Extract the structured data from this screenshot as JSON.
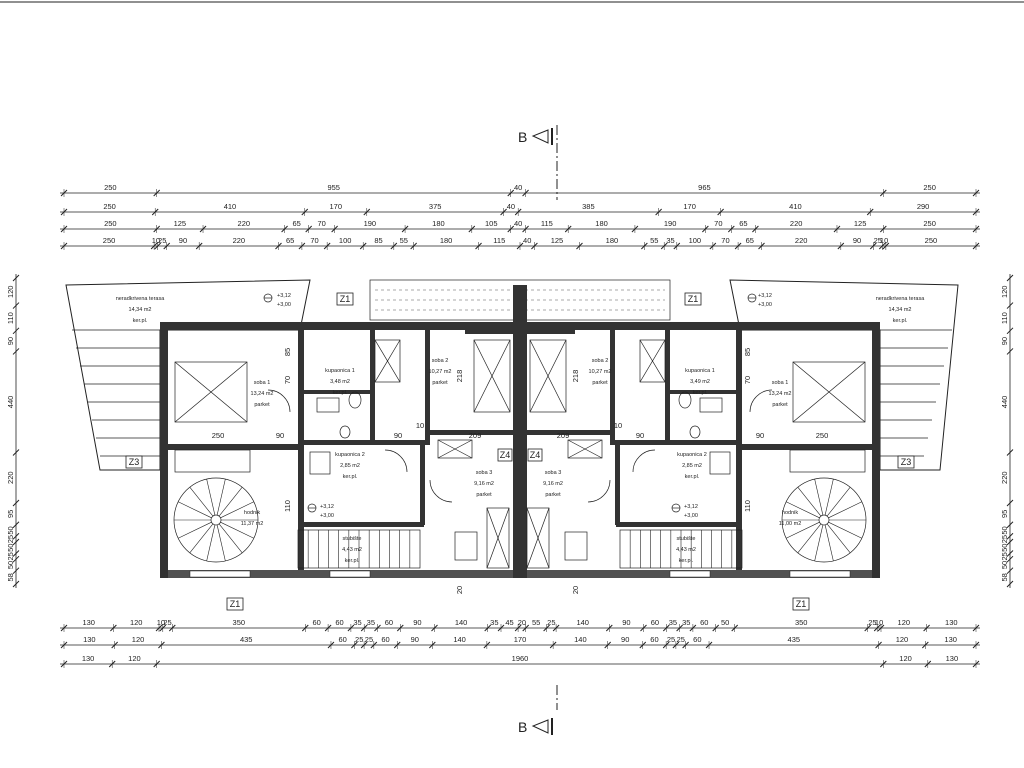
{
  "section_marks": {
    "top": "B",
    "bottom": "B"
  },
  "dims_top": [
    [
      "250",
      "955",
      "40",
      "965",
      "250"
    ],
    [
      "250",
      "410",
      "170",
      "375",
      "40",
      "385",
      "170",
      "410",
      "290"
    ],
    [
      "250",
      "125",
      "220",
      "65",
      "70",
      "190",
      "180",
      "105",
      "40",
      "115",
      "180",
      "190",
      "70",
      "65",
      "220",
      "125",
      "250"
    ],
    [
      "250",
      "10",
      "25",
      "90",
      "220",
      "65",
      "70",
      "100",
      "85",
      "55",
      "180",
      "115",
      "40",
      "125",
      "180",
      "55",
      "35",
      "100",
      "70",
      "65",
      "220",
      "90",
      "25",
      "10",
      "250"
    ]
  ],
  "dims_bottom": [
    [
      "130",
      "120",
      "10",
      "25",
      "350",
      "60",
      "60",
      "35",
      "35",
      "60",
      "90",
      "140",
      "35",
      "45",
      "20",
      "55",
      "25",
      "140",
      "90",
      "60",
      "35",
      "35",
      "60",
      "50",
      "350",
      "25",
      "10",
      "120",
      "130"
    ],
    [
      "130",
      "120",
      "435",
      "60",
      "25",
      "25",
      "60",
      "90",
      "140",
      "170",
      "140",
      "90",
      "60",
      "25",
      "25",
      "60",
      "435",
      "120",
      "130"
    ],
    [
      "130",
      "120",
      "1960",
      "120",
      "130"
    ]
  ],
  "dims_left": [
    "120",
    "110",
    "90",
    "440",
    "220",
    "95",
    "50",
    "25",
    "50",
    "25",
    "50",
    "58"
  ],
  "dims_right": [
    "120",
    "110",
    "90",
    "440",
    "220",
    "95",
    "50",
    "25",
    "50",
    "25",
    "50",
    "58"
  ],
  "rooms": {
    "terrace_left": {
      "name": "neradkrivena terasa",
      "area": "14,34 m2",
      "floor": "ker.pl."
    },
    "terrace_right": {
      "name": "neradkrivena terasa",
      "area": "14,34 m2",
      "floor": "ker.pl."
    },
    "room1_left": {
      "name": "soba 1",
      "area": "13,24 m2",
      "floor": "parket"
    },
    "room1_right": {
      "name": "soba 1",
      "area": "13,24 m2",
      "floor": "parket"
    },
    "room2_left": {
      "name": "soba 2",
      "area": "10,27 m2",
      "floor": "parket"
    },
    "room2_right": {
      "name": "soba 2",
      "area": "10,27 m2",
      "floor": "parket"
    },
    "room3_left": {
      "name": "soba 3",
      "area": "9,16 m2",
      "floor": "parket"
    },
    "room3_right": {
      "name": "soba 3",
      "area": "9,16 m2",
      "floor": "parket"
    },
    "bath1_left": {
      "name": "kupaonica 1",
      "area": "3,48 m2",
      "floor": "ker.pl."
    },
    "bath1_right": {
      "name": "kupaonica 1",
      "area": "3,49 m2",
      "floor": "ker.pl."
    },
    "bath2_left": {
      "name": "kupaonica 2",
      "area": "2,85 m2",
      "floor": "ker.pl."
    },
    "bath2_right": {
      "name": "kupaonica 2",
      "area": "2,85 m2",
      "floor": "ker.pl."
    },
    "hall_left": {
      "name": "hodnik",
      "area": "11,37 m2"
    },
    "hall_right": {
      "name": "hodnik",
      "area": "11,00 m2"
    },
    "stair_left": {
      "name": "stubište",
      "area": "4,43 m2",
      "floor": "ker.pl."
    },
    "stair_right": {
      "name": "stubište",
      "area": "4,43 m2",
      "floor": "ker.pl."
    }
  },
  "levels": {
    "terrace_left": [
      "+3,12",
      "+3,00"
    ],
    "terrace_right": [
      "+3,12",
      "+3,00"
    ],
    "hall_left": [
      "+3,12",
      "+3,00"
    ],
    "hall_right": [
      "+3,12",
      "+3,00"
    ]
  },
  "tags": [
    "Z1",
    "Z1",
    "Z1",
    "Z1",
    "Z3",
    "Z3",
    "Z4",
    "Z4"
  ],
  "inner_dims": [
    "250",
    "250",
    "209",
    "209",
    "218",
    "218",
    "90",
    "90",
    "90",
    "90",
    "10",
    "10",
    "85",
    "85",
    "110",
    "110",
    "70",
    "70",
    "20",
    "20"
  ]
}
